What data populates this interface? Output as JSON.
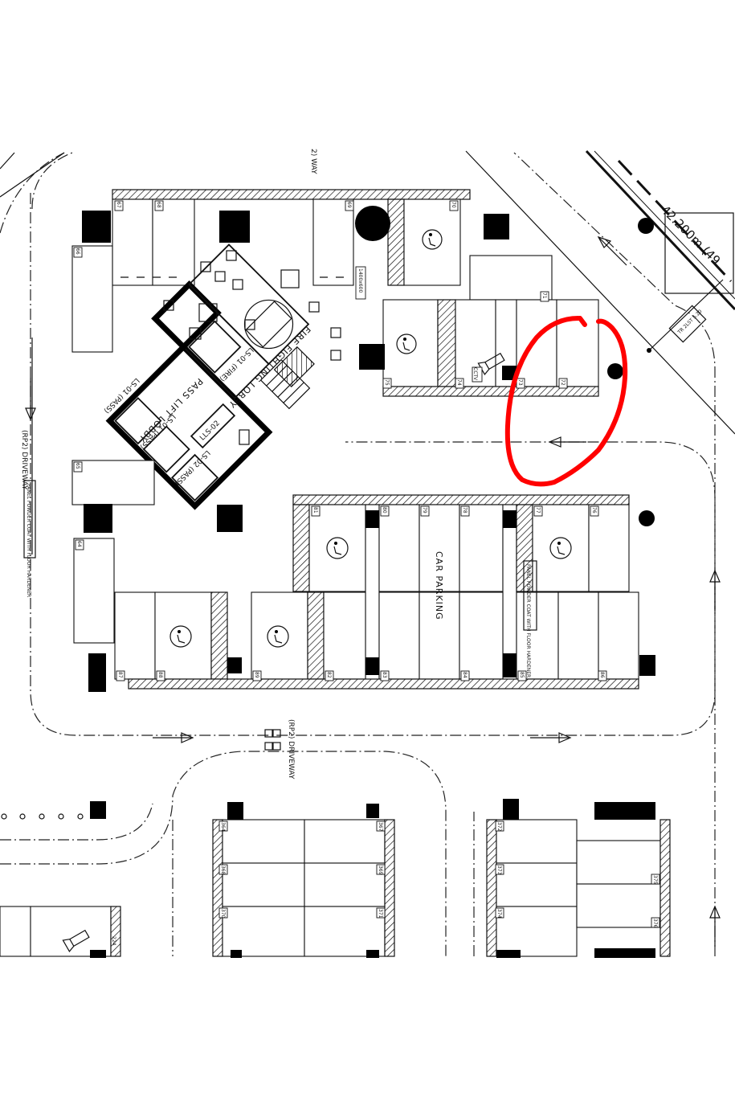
{
  "labels": {
    "car_parking": "CAR PARKING",
    "driveway_rp2_a": "(RP2) DRIVEWAY",
    "driveway_rp2_b": "(RP2) DRIVEWAY",
    "driveway_top": "2) WAY",
    "fire_lobby": "FIRE FIGHTING LOBBY",
    "pass_lift_lobby": "PASS LIFT LOBBY",
    "lift_core": "LLS-02",
    "lift_1": "LS-01 (PASS)",
    "lift_2": "LS-01 (PASS)",
    "lift_3": "LS-02 (PASS)",
    "lift_fire": "LS-01 (FIRE)",
    "duct": "1400x600",
    "screen_note_left": "PANEL POWDER COAT WITH FLOOR HARDENER",
    "screen_note_mid": "PANEL POWDER COAT WITH FLOOR HARDENER",
    "dimension": "42.200m (49",
    "ramp_note": "TR 2LST 5.20"
  },
  "bays": {
    "row_top": [
      "67",
      "68",
      "69",
      "70"
    ],
    "row_mid": [
      "71",
      "72",
      "73",
      "74",
      "75"
    ],
    "row_upper_center": [
      "81",
      "80",
      "79",
      "78",
      "77",
      "76"
    ],
    "row_lower_center": [
      "87",
      "88",
      "89",
      "82",
      "83",
      "84",
      "85",
      "86"
    ],
    "row_left": [
      "66",
      "65",
      "64"
    ],
    "block_lower_left": [
      "364",
      "367",
      "368",
      "369",
      "370",
      "371"
    ],
    "block_lower_right": [
      "372",
      "373",
      "374",
      "375",
      "376"
    ],
    "misc": [
      "224",
      "CCTV"
    ]
  },
  "markup": {
    "color": "#ff0000"
  },
  "colors": {
    "line": "#111111",
    "fill": "#000000"
  }
}
